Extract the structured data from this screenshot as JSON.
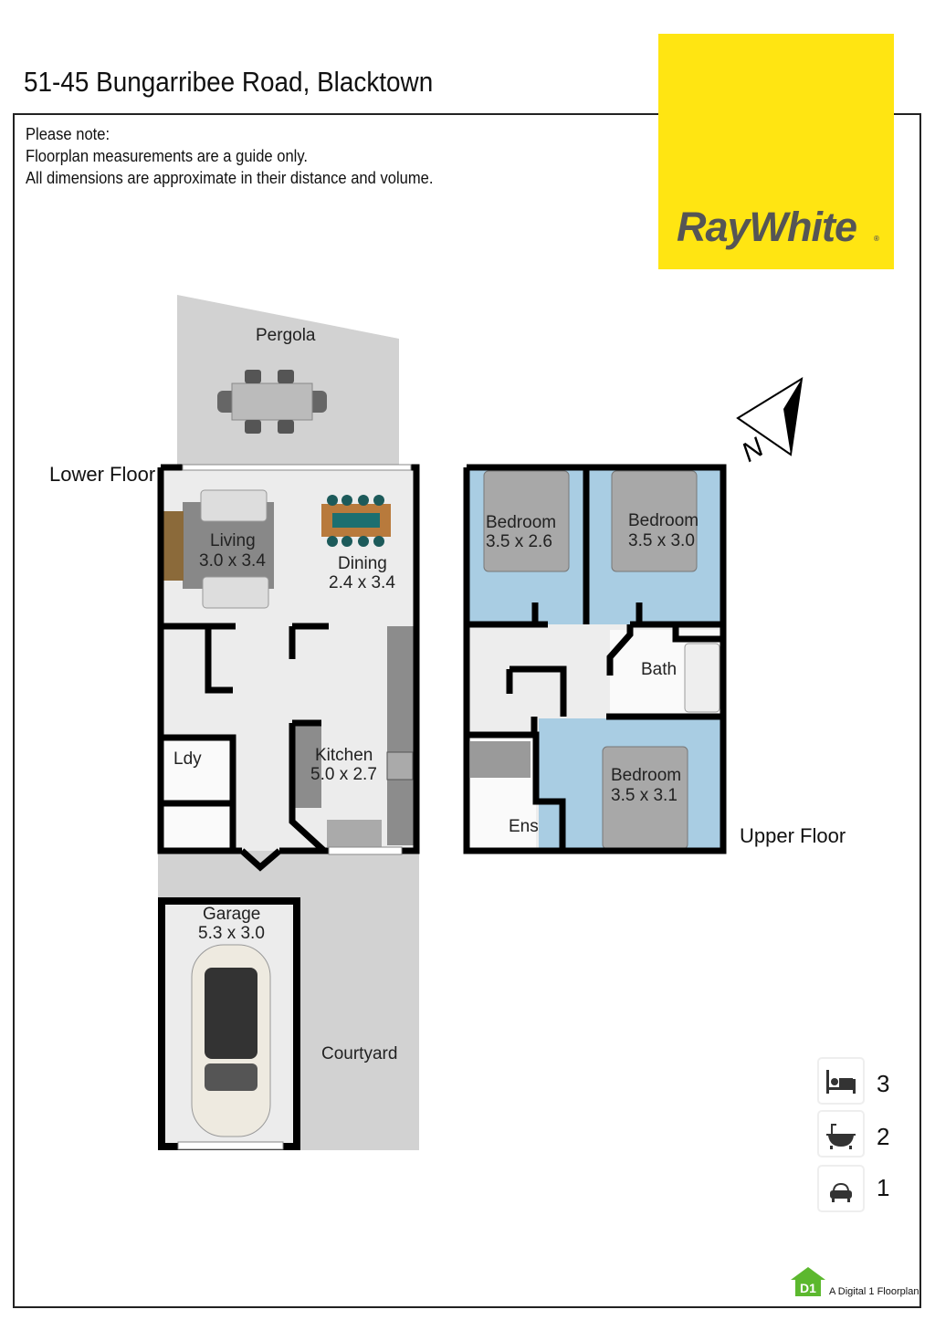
{
  "title": "51-45 Bungarribee Road, Blacktown",
  "note": [
    "Please note:",
    "Floorplan measurements are a guide only.",
    "All dimensions are approximate in their distance and volume."
  ],
  "brand": {
    "name": "RayWhite",
    "registered": "®",
    "color": "#ffe512"
  },
  "floors": {
    "lower": "Lower Floor",
    "upper": "Upper Floor"
  },
  "rooms": {
    "pergola": {
      "name": "Pergola"
    },
    "living": {
      "name": "Living",
      "size": "3.0 x 3.4"
    },
    "dining": {
      "name": "Dining",
      "size": "2.4 x 3.4"
    },
    "kitchen": {
      "name": "Kitchen",
      "size": "5.0 x 2.7"
    },
    "laundry": {
      "name": "Ldy"
    },
    "garage": {
      "name": "Garage",
      "size": "5.3 x 3.0"
    },
    "courtyard": {
      "name": "Courtyard"
    },
    "bedroom1": {
      "name": "Bedroom",
      "size": "3.5 x 2.6"
    },
    "bedroom2": {
      "name": "Bedroom",
      "size": "3.5 x 3.0"
    },
    "bedroom3": {
      "name": "Bedroom",
      "size": "3.5 x 3.1"
    },
    "bath": {
      "name": "Bath"
    },
    "ensuite": {
      "name": "Ens"
    }
  },
  "compass": {
    "label": "N"
  },
  "stats": [
    {
      "icon": "bed-icon",
      "count": "3"
    },
    {
      "icon": "bath-icon",
      "count": "2"
    },
    {
      "icon": "car-icon",
      "count": "1"
    }
  ],
  "credit": {
    "logo": "D1",
    "text": "A Digital 1 Floorplan",
    "color": "#5cb82e"
  },
  "colors": {
    "bedroom_fill": "#a9cde3",
    "wall": "#000000",
    "outdoor": "#d2d2d2"
  }
}
